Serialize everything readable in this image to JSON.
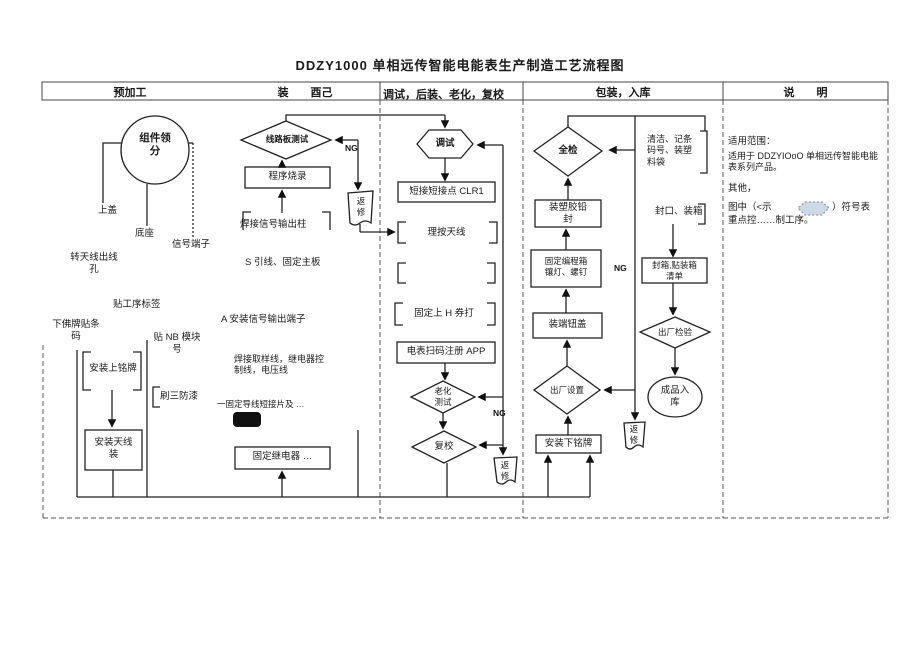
{
  "title": "DDZY1000 单相远传智能电能表生产制造工艺流程图",
  "header": {
    "pre": "预加工",
    "assembly": "装　　酉己",
    "debug": "调试，后装、老化，复校",
    "packing": "包装，入库",
    "notes": "说　　明"
  },
  "pre": {
    "start": "组件领\n分",
    "top_cover": "上盖",
    "base": "底座",
    "signal_terminal": "信号端子",
    "antenna_hole": "转天线出线\n孔",
    "process_label": "贴工序标签",
    "barcode": "下佛牌贴条\n码",
    "nb_module": "贴 NB 模块\n号",
    "nameplate_top": "安装上铭牌",
    "paint": "刷三防漆",
    "antenna": "安装天线\n装"
  },
  "assembly": {
    "board_test": "线路板测试",
    "ng": "NG",
    "rework": "返\n修",
    "program": "程序烧录",
    "solder_posts": "焊接信号输出柱",
    "leads": "S 引线、固定主板",
    "signal_terminal": "A 安装信号输出端子",
    "solder_wires": "焊接取样线，继电器控\n制线，电压线",
    "fix_tabs": "一固定导线短接片及 …",
    "relay": "固定继电器 …"
  },
  "debug": {
    "debug": "调试",
    "short_clr": "短接短接点 CLR1",
    "antenna": "理按天线",
    "fix_cover": "固定上 H 券打",
    "scan_app": "电表扫码注册 APP",
    "aging": "老化\n测试",
    "recalib": "复校",
    "ng": "NG",
    "rework": "返\n修"
  },
  "packing": {
    "full_inspect": "全检",
    "clean": "清洁、记条\n码号、装塑\n料袋",
    "lead_seal": "装塑胶铅\n封",
    "seal_box": "封口、装箱",
    "pack_list": "封箱,贴装箱\n清单",
    "ng": "NG",
    "fix_keys": "固定编程箱\n镶灯、螺钉",
    "terminal_cover": "装端钮盖",
    "factory_set": "出厂设置",
    "final_inspect": "出厂检验",
    "warehouse": "成品入\n库",
    "nameplate_bottom": "安装下铭牌",
    "rework": "返\n修"
  },
  "notes": {
    "scope_title": "适用范围：",
    "scope_body": "适用于 DDZYIOoO 单相远传智能电能\n表系列产品。",
    "other": "其他，",
    "legend_pre": "图中（<示",
    "legend_post": "）符号表",
    "legend_line2": "重点控……制工序。"
  },
  "colors": {
    "line": "#222222",
    "legend_hexagon_fill": "#ccd9e6"
  }
}
